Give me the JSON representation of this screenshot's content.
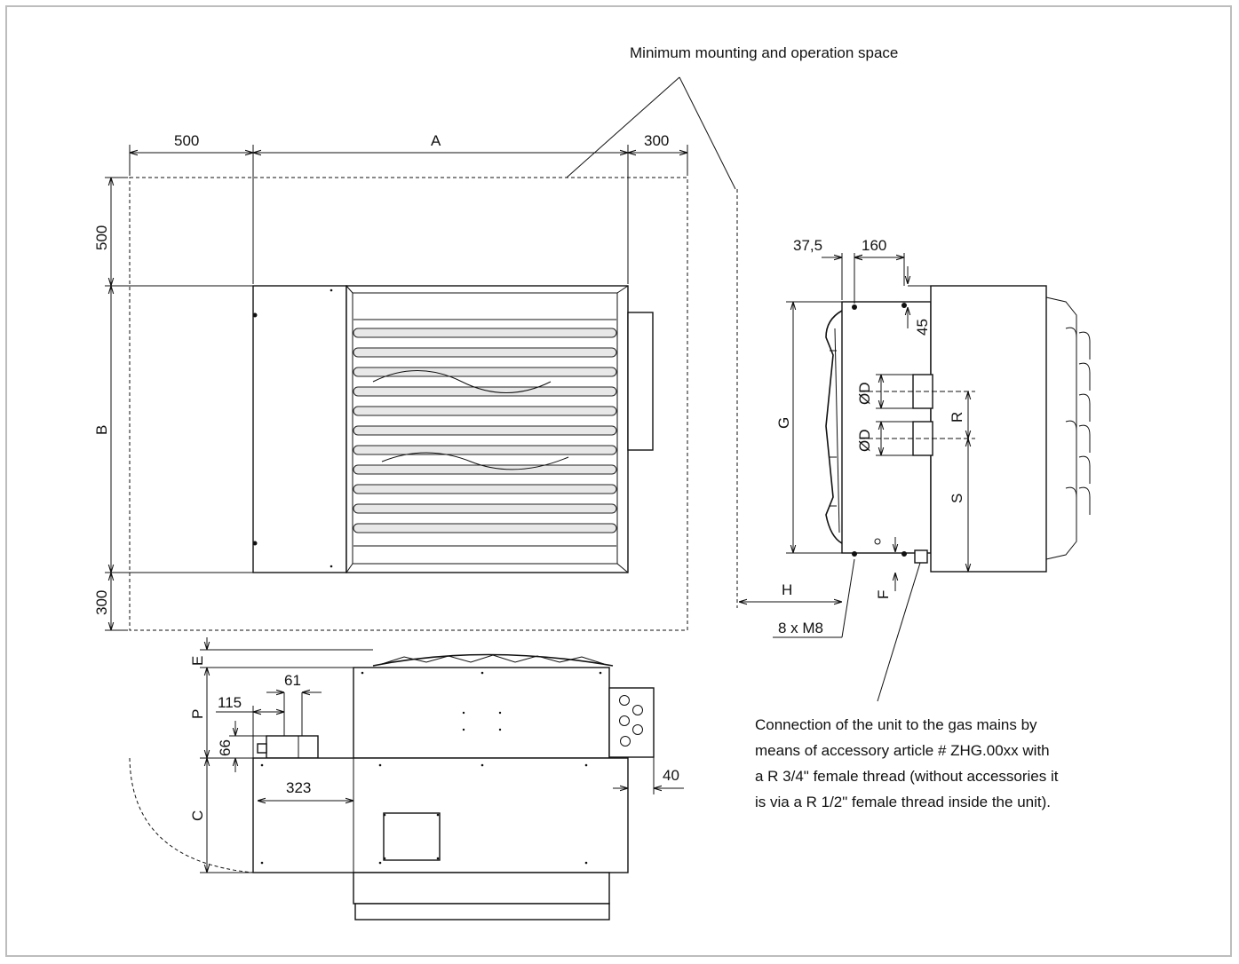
{
  "labels": {
    "space_title": "Minimum mounting and operation space",
    "gas_note_1": "Connection of the unit to the gas mains by",
    "gas_note_2": "means of accessory article # ZHG.00xx with",
    "gas_note_3": "a R 3/4\" female thread (without accessories it",
    "gas_note_4": "is via a R 1/2\" female thread inside the unit).",
    "bolts": "8 x M8"
  },
  "front_view": {
    "dim_left": "500",
    "dim_a": "A",
    "dim_right": "300",
    "dim_top": "500",
    "dim_b": "B",
    "dim_bottom": "300"
  },
  "side_view": {
    "dim_37_5": "37,5",
    "dim_160": "160",
    "dim_45": "45",
    "dim_d1": "ØD",
    "dim_d2": "ØD",
    "dim_g": "G",
    "dim_r": "R",
    "dim_s": "S",
    "dim_h": "H",
    "dim_f": "F"
  },
  "top_view": {
    "dim_e": "E",
    "dim_p": "P",
    "dim_61": "61",
    "dim_115": "115",
    "dim_66": "66",
    "dim_c": "C",
    "dim_323": "323",
    "dim_40": "40"
  }
}
